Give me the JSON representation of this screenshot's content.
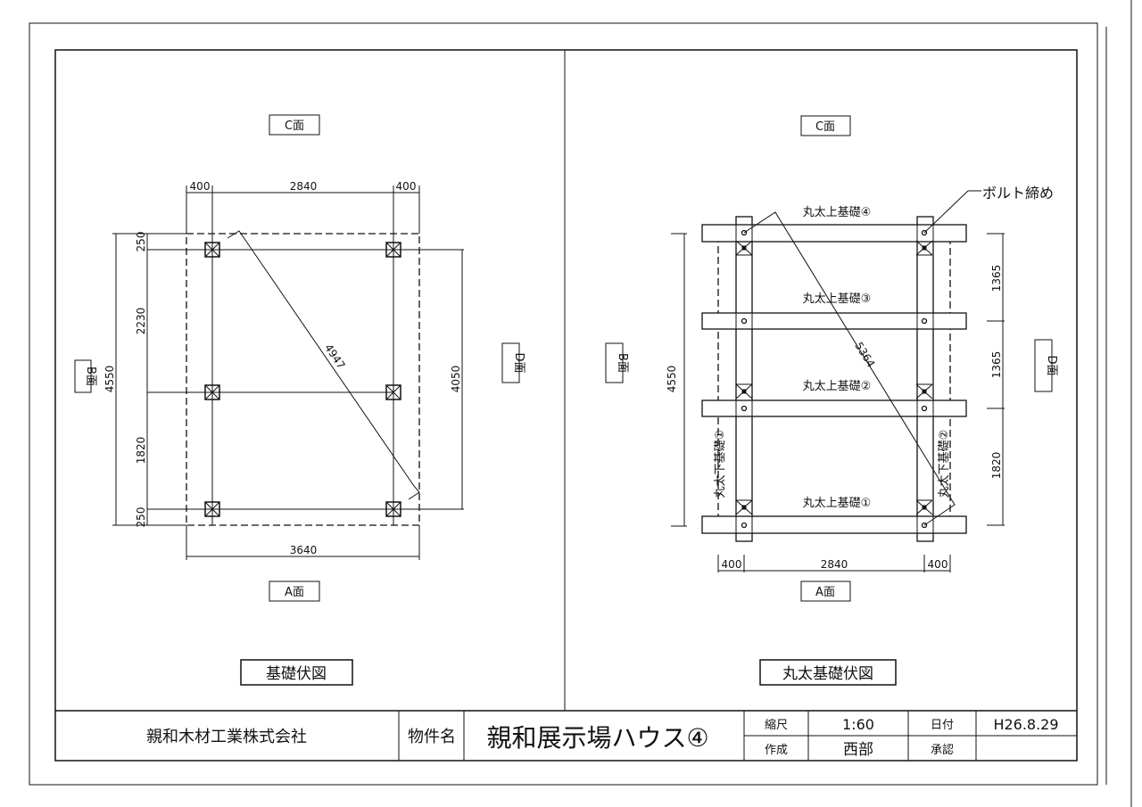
{
  "colors": {
    "ink": "#111111",
    "paper": "#ffffff"
  },
  "left_drawing": {
    "title": "基礎伏図",
    "face_top": "C面",
    "face_bottom": "A面",
    "face_left": "B面",
    "face_right": "D面",
    "dim_top": [
      "400",
      "2840",
      "400"
    ],
    "dim_left_inner": [
      "250",
      "2230",
      "1820",
      "250"
    ],
    "dim_left_outer": "4550",
    "dim_right": "4050",
    "dim_bottom": "3640",
    "diagonal": "4947"
  },
  "right_drawing": {
    "title": "丸太基礎伏図",
    "face_top": "C面",
    "face_bottom": "A面",
    "face_left": "B面",
    "face_right": "D面",
    "upper_beams": [
      "丸太上基礎④",
      "丸太上基礎③",
      "丸太上基礎②",
      "丸太上基礎①"
    ],
    "lower_beams": [
      "丸太下基礎①",
      "丸太下基礎②"
    ],
    "bolt_note": "ボルト締め",
    "dim_right": [
      "1365",
      "1365",
      "1820"
    ],
    "dim_left": "4550",
    "dim_bottom": [
      "400",
      "2840",
      "400"
    ],
    "diagonal": "5364"
  },
  "title_block": {
    "company": "親和木材工業株式会社",
    "project_label": "物件名",
    "project_name": "親和展示場ハウス④",
    "scale_label": "縮尺",
    "scale_value": "1:60",
    "date_label": "日付",
    "date_value": "H26.8.29",
    "author_label": "作成",
    "author_value": "西部",
    "approval_label": "承認",
    "approval_value": ""
  }
}
